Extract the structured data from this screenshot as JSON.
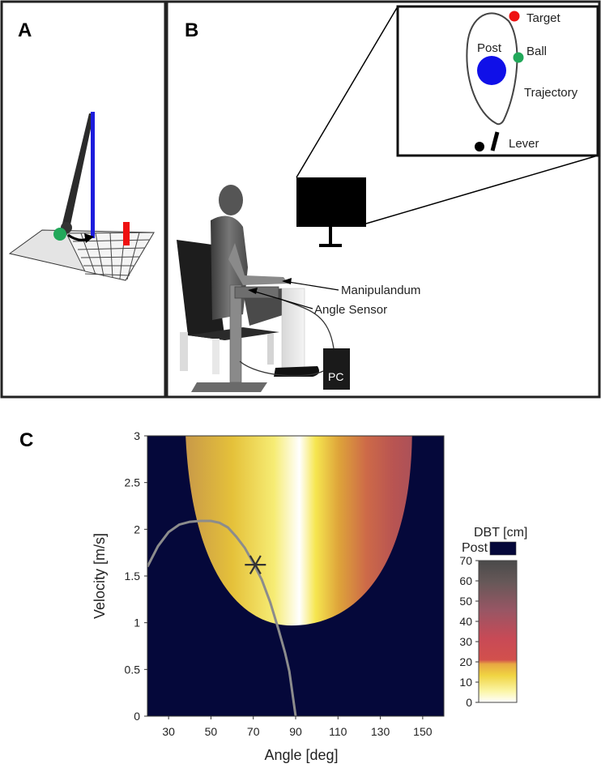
{
  "panels": {
    "a_letter": "A",
    "b_letter": "B",
    "c_letter": "C"
  },
  "inset": {
    "target_label": "Target",
    "post_label": "Post",
    "ball_label": "Ball",
    "trajectory_label": "Trajectory",
    "lever_label": "Lever"
  },
  "setup": {
    "manipulandum_label": "Manipulandum",
    "angle_sensor_label": "Angle Sensor",
    "pc_label": "PC"
  },
  "colors": {
    "post": "#1010e8",
    "ball": "#22a85a",
    "target": "#ee1111",
    "lever_pole": "#1c1cdd",
    "post_region": "#05083a",
    "trajectory": "#8c8c8c"
  },
  "chart_data": {
    "type": "heatmap",
    "xlabel": "Angle [deg]",
    "ylabel": "Velocity [m/s]",
    "xlim": [
      20,
      160
    ],
    "ylim": [
      0,
      3
    ],
    "xticks": [
      30,
      50,
      70,
      90,
      110,
      130,
      150
    ],
    "yticks": [
      0,
      0.5,
      1,
      1.5,
      2,
      2.5,
      3
    ],
    "colorbar": {
      "title": "DBT [cm]",
      "post_label": "Post",
      "ticks": [
        0,
        10,
        20,
        30,
        40,
        50,
        60,
        70
      ],
      "range": [
        0,
        70
      ]
    },
    "acceptance_region": {
      "vertex_angle": 88,
      "vertex_velocity": 0.97,
      "left_angle_at_top": 38,
      "right_angle_at_top": 145
    },
    "release_marker": {
      "angle": 71,
      "velocity": 1.62
    },
    "trajectory": {
      "angle": [
        20,
        25,
        30,
        35,
        40,
        45,
        50,
        54,
        58,
        62,
        66,
        70,
        74,
        78,
        82,
        85,
        87,
        88,
        89,
        90
      ],
      "velocity": [
        1.6,
        1.82,
        1.97,
        2.05,
        2.08,
        2.09,
        2.09,
        2.07,
        2.02,
        1.92,
        1.8,
        1.64,
        1.46,
        1.22,
        0.92,
        0.68,
        0.48,
        0.32,
        0.16,
        0
      ]
    }
  }
}
